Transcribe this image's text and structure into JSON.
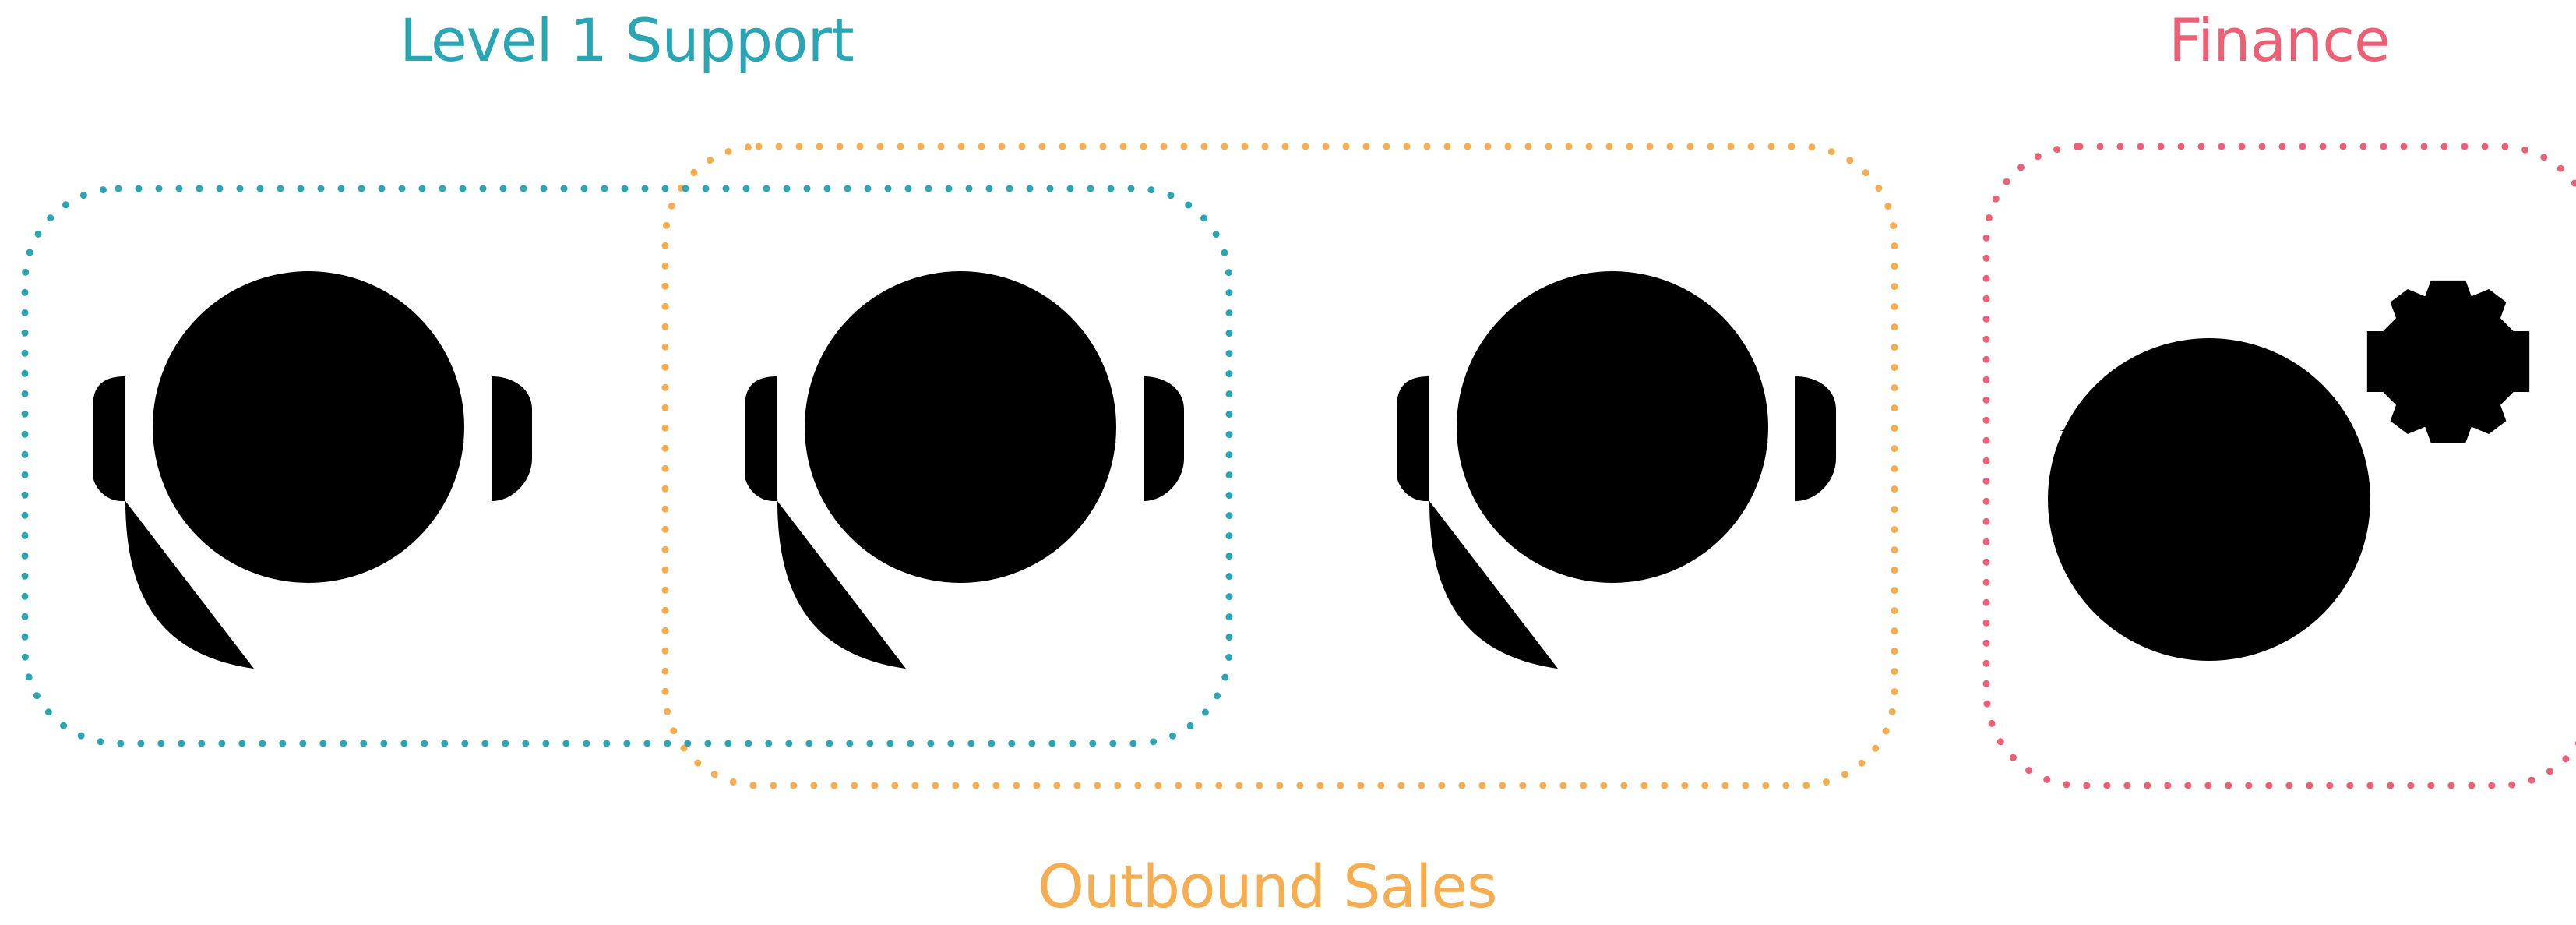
{
  "groups": {
    "level1_support": {
      "label": "Level 1 Support",
      "color": "#2aa5b3"
    },
    "outbound_sales": {
      "label": "Outbound Sales",
      "color": "#f5ad4f"
    },
    "finance": {
      "label": "Finance",
      "color": "#ec5f75"
    }
  },
  "icons": {
    "agent": "headset-agent-icon",
    "finance_user": "user-with-gear-icon"
  },
  "icon_color": "#0f3a45"
}
